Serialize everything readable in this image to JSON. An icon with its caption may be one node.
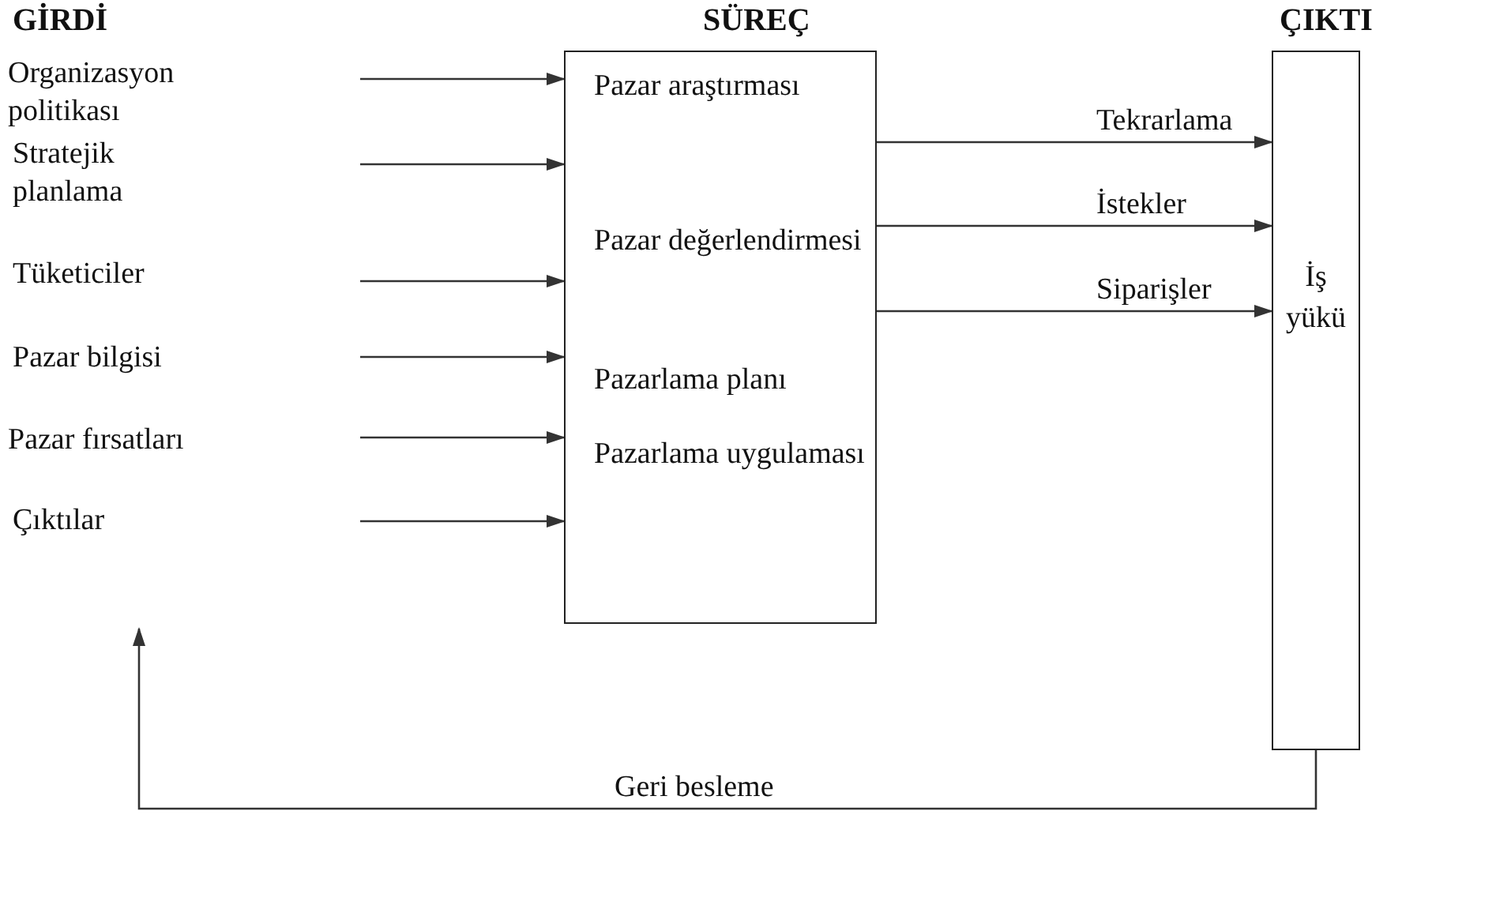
{
  "diagram": {
    "nodes": [
      {
        "text": [
          "Pazar araştırması",
          "Pazar değerlendirmesi",
          "Pazarlama planı",
          "Pazarlama uygulaması"
        ]
      },
      {
        "text": [
          "İş yükü"
        ]
      }
    ],
    "edges": [
      {
        "from": null,
        "to": 0,
        "arrow": "to"
      },
      {
        "from": null,
        "to": 0,
        "arrow": "to"
      },
      {
        "from": null,
        "to": 0,
        "arrow": "to"
      },
      {
        "from": null,
        "to": 0,
        "arrow": "to"
      },
      {
        "from": null,
        "to": 0,
        "arrow": "to"
      },
      {
        "from": null,
        "to": 0,
        "arrow": "to"
      },
      {
        "from": 0,
        "to": 1,
        "arrow": "to",
        "label": "Tekrarlama"
      },
      {
        "from": 0,
        "to": 1,
        "arrow": "to",
        "label": "İstekler"
      },
      {
        "from": 0,
        "to": 1,
        "arrow": "to",
        "label": "Siparişler"
      },
      {
        "from": 1,
        "to": null,
        "arrow": "to",
        "label": "Geri besleme"
      }
    ],
    "labels": [
      "GİRDİ",
      "SÜREÇ",
      "ÇIKTI",
      "Organizasyon politikası",
      "Stratejik planlama",
      "Tüketiciler",
      "Pazar bilgisi",
      "Pazar fırsatları",
      "Çıktılar"
    ]
  }
}
